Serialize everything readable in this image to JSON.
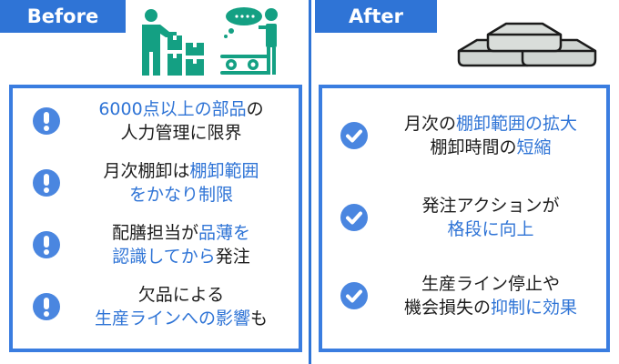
{
  "labels": {
    "before": "Before",
    "after": "After"
  },
  "colors": {
    "accent": "#2f74d6",
    "icon": "#4a86e0",
    "green": "#14a083"
  },
  "icons": {
    "worker": "worker-with-boxes-icon",
    "conveyor": "conveyor-thinking-icon",
    "trays": "stacked-trays-icon"
  },
  "before_items": [
    {
      "lines": [
        [
          {
            "t": "6000点以上の部品",
            "hl": true
          },
          {
            "t": "の",
            "hl": false
          }
        ],
        [
          {
            "t": "人力管理に限界",
            "hl": false
          }
        ]
      ]
    },
    {
      "lines": [
        [
          {
            "t": "月次棚卸は",
            "hl": false
          },
          {
            "t": "棚卸範囲",
            "hl": true
          }
        ],
        [
          {
            "t": "をかなり制限",
            "hl": true
          }
        ]
      ]
    },
    {
      "lines": [
        [
          {
            "t": "配膳担当が",
            "hl": false
          },
          {
            "t": "品薄を",
            "hl": true
          }
        ],
        [
          {
            "t": "認識してから",
            "hl": true
          },
          {
            "t": "発注",
            "hl": false
          }
        ]
      ]
    },
    {
      "lines": [
        [
          {
            "t": "欠品による",
            "hl": false
          }
        ],
        [
          {
            "t": "生産ラインへの影響",
            "hl": true
          },
          {
            "t": "も",
            "hl": false
          }
        ]
      ]
    }
  ],
  "after_items": [
    {
      "lines": [
        [
          {
            "t": "月次の",
            "hl": false
          },
          {
            "t": "棚卸範囲の拡大",
            "hl": true
          }
        ],
        [
          {
            "t": "棚卸時間の",
            "hl": false
          },
          {
            "t": "短縮",
            "hl": true
          }
        ]
      ]
    },
    {
      "lines": [
        [
          {
            "t": "発注アクションが",
            "hl": false
          }
        ],
        [
          {
            "t": "格段に向上",
            "hl": true
          }
        ]
      ]
    },
    {
      "lines": [
        [
          {
            "t": "生産ライン停止や",
            "hl": false
          }
        ],
        [
          {
            "t": "機会損失の",
            "hl": false
          },
          {
            "t": "抑制に効果",
            "hl": true
          }
        ]
      ]
    }
  ]
}
